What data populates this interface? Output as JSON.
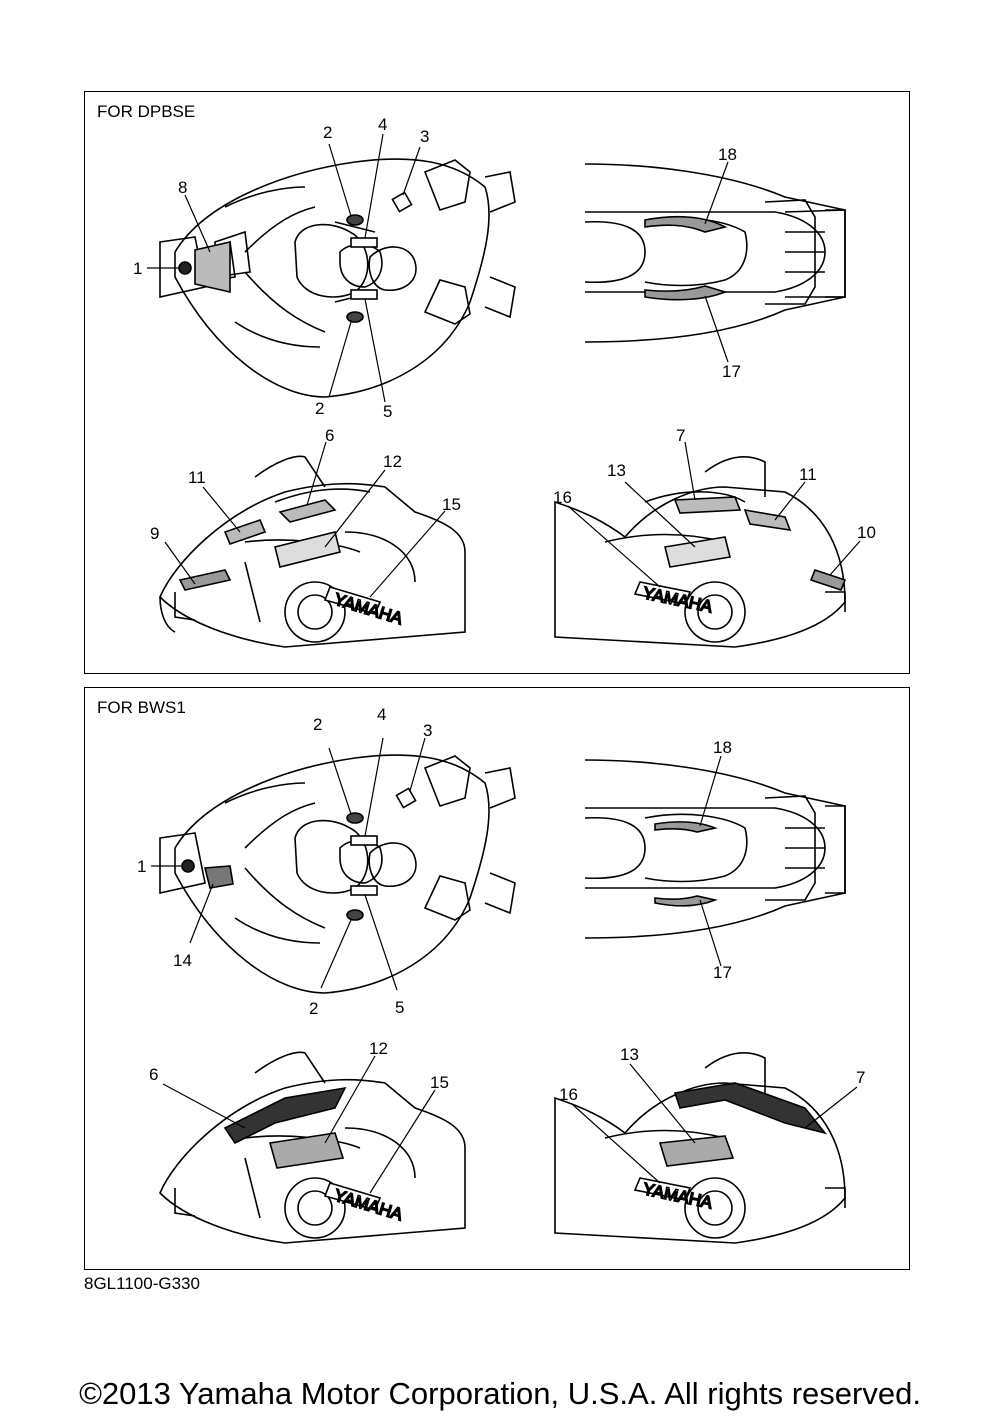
{
  "panels": [
    {
      "label": "FOR DPBSE",
      "callouts": [
        "1",
        "2",
        "2",
        "3",
        "4",
        "5",
        "8",
        "17",
        "18",
        "6",
        "9",
        "11",
        "12",
        "15",
        "7",
        "10",
        "11",
        "13",
        "16"
      ]
    },
    {
      "label": "FOR BWS1",
      "callouts": [
        "1",
        "2",
        "2",
        "3",
        "4",
        "5",
        "14",
        "17",
        "18",
        "6",
        "12",
        "15",
        "7",
        "13",
        "16"
      ]
    }
  ],
  "emblem_text": "YAMAHA",
  "drawing_code": "8GL1100-G330",
  "copyright": "©2013 Yamaha Motor Corporation, U.S.A. All rights reserved."
}
